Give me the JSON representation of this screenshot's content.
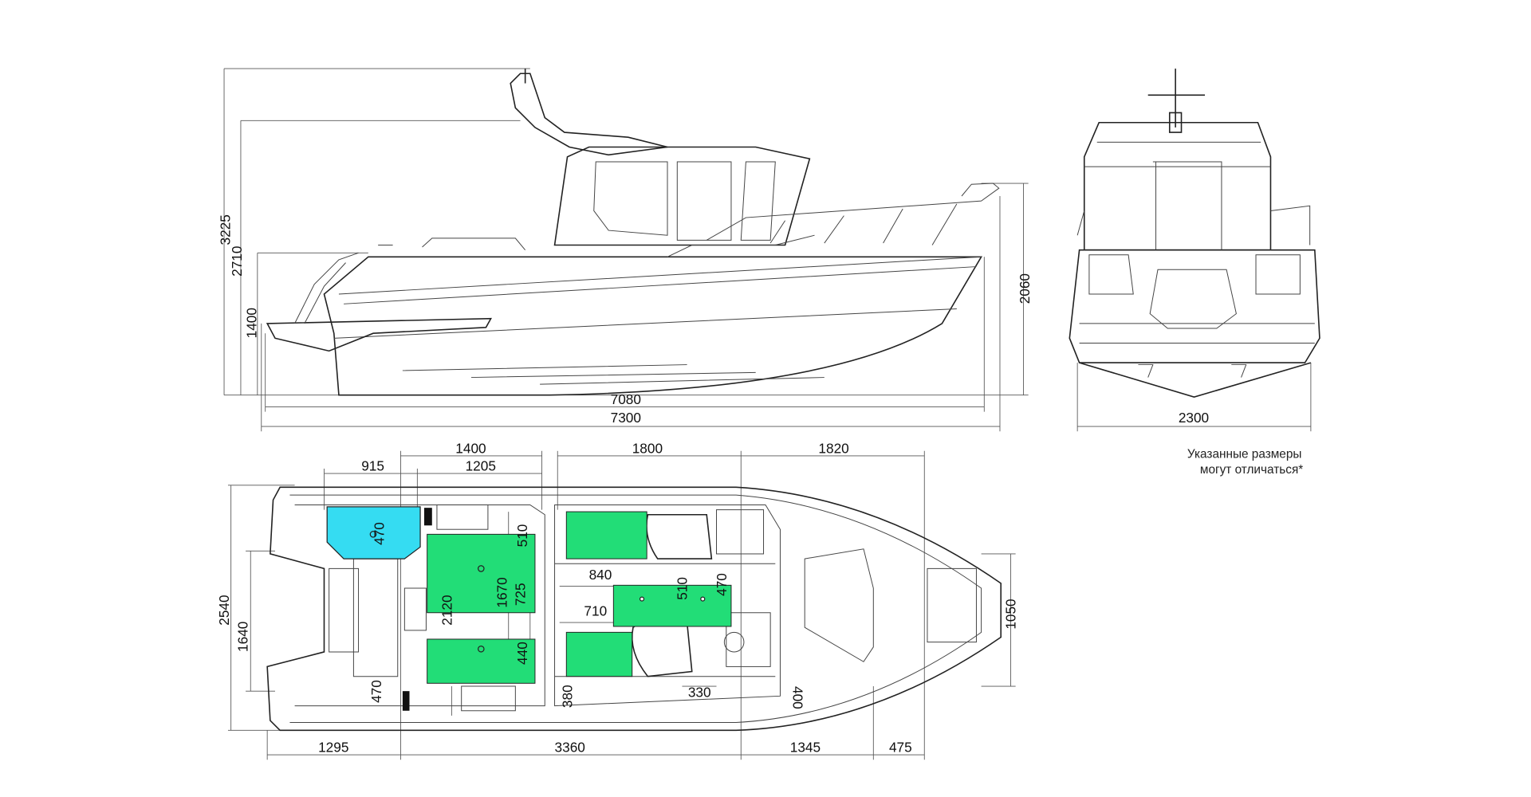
{
  "colors": {
    "line": "#222222",
    "storage_blue": "#35dcf2",
    "cushion_green": "#22dd77"
  },
  "side_view": {
    "dims": {
      "overall_height": "3225",
      "arch_height": "2710",
      "transom_height": "1400",
      "bow_height": "2060",
      "hull_length": "7080",
      "overall_length": "7300"
    }
  },
  "rear_view": {
    "dims": {
      "beam": "2300"
    }
  },
  "top_view": {
    "dims": {
      "top_1400": "1400",
      "top_1800": "1800",
      "top_1820": "1820",
      "top_915": "915",
      "top_1205": "1205",
      "beam_2540": "2540",
      "inner_1640": "1640",
      "bow_1050": "1050",
      "bottom_1295": "1295",
      "bottom_3360": "3360",
      "bottom_1345": "1345",
      "bottom_475": "475",
      "tank_470": "470",
      "seat_510": "510",
      "cockpit_2120": "2120",
      "cockpit_1670": "1670",
      "seat_725": "725",
      "seat_440": "440",
      "table_840": "840",
      "table_710": "710",
      "table_510": "510",
      "table_470": "470",
      "side_470": "470",
      "aisle_380": "380",
      "helm_330": "330",
      "deck_400": "400"
    }
  },
  "note": {
    "line1": "Указанные размеры",
    "line2": "могут отличаться*"
  }
}
